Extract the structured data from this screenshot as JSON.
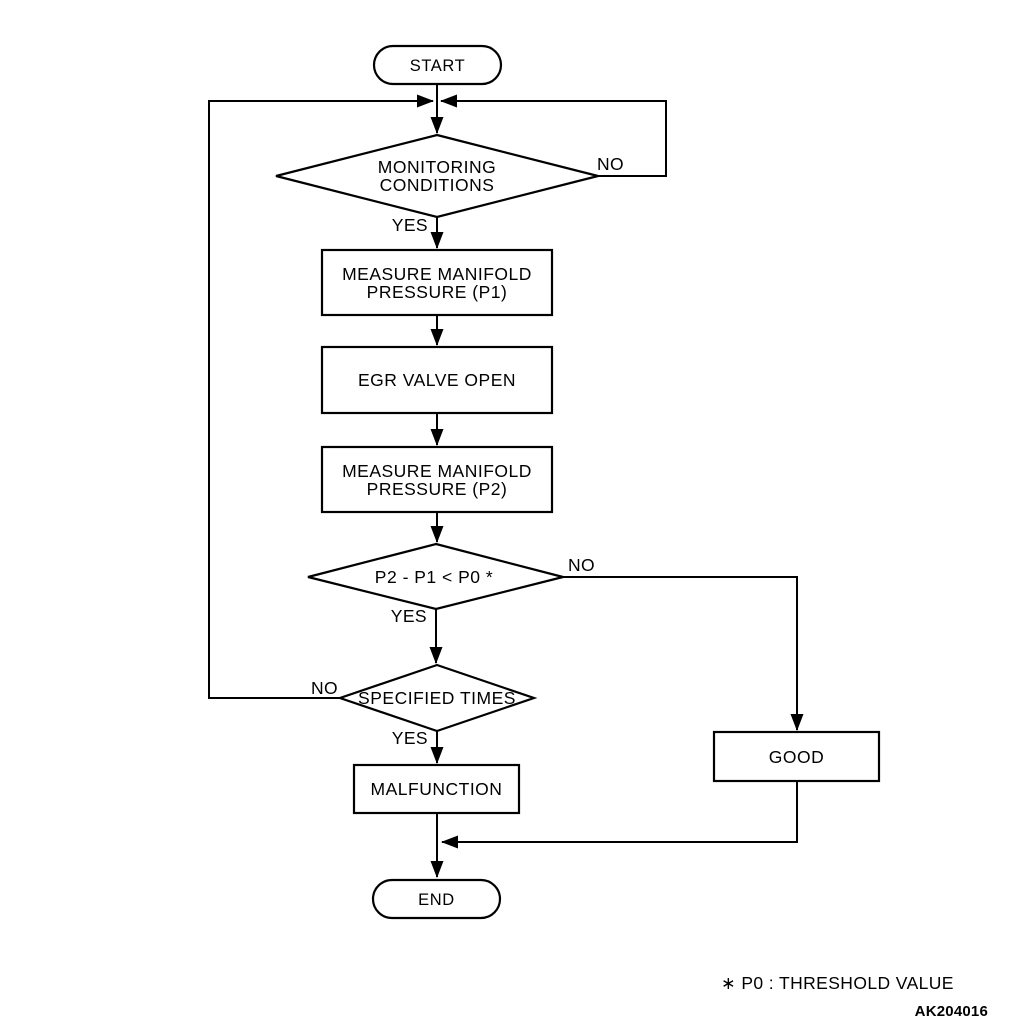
{
  "diagram": {
    "title_hint": "EGR system monitor flowchart",
    "nodes": {
      "start": {
        "type": "terminator",
        "label": "START"
      },
      "monitoring_conditions": {
        "type": "decision",
        "line1": "MONITORING",
        "line2": "CONDITIONS"
      },
      "measure_p1": {
        "type": "process",
        "line1": "MEASURE MANIFOLD",
        "line2": "PRESSURE (P1)"
      },
      "egr_valve_open": {
        "type": "process",
        "label": "EGR VALVE OPEN"
      },
      "measure_p2": {
        "type": "process",
        "line1": "MEASURE MANIFOLD",
        "line2": "PRESSURE (P2)"
      },
      "pressure_compare": {
        "type": "decision",
        "label": "P2 - P1 < P0 *"
      },
      "specified_times": {
        "type": "decision",
        "label": "SPECIFIED TIMES"
      },
      "malfunction": {
        "type": "process",
        "label": "MALFUNCTION"
      },
      "good": {
        "type": "process",
        "label": "GOOD"
      },
      "end": {
        "type": "terminator",
        "label": "END"
      }
    },
    "branch_labels": {
      "monitoring_no": "NO",
      "monitoring_yes": "YES",
      "compare_no": "NO",
      "compare_yes": "YES",
      "specified_no": "NO",
      "specified_yes": "YES"
    },
    "footnote": "∗ P0  : THRESHOLD VALUE",
    "figure_code": "AK204016",
    "colors": {
      "line": "#000000",
      "background": "#ffffff",
      "shape_fill": "#ffffff"
    }
  }
}
